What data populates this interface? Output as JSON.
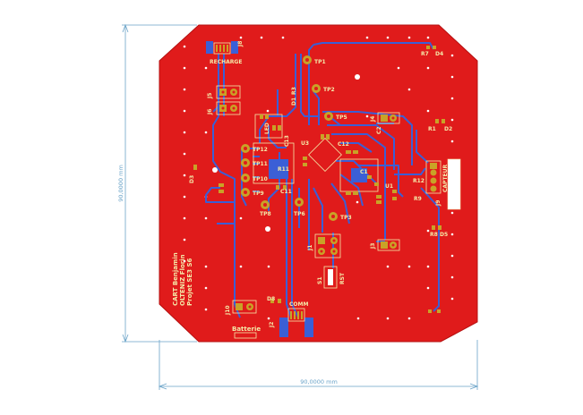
{
  "dimensions": {
    "horizontal": "90,0000 mm",
    "vertical": "90,0000 mm"
  },
  "colors": {
    "board": "#e01b1b",
    "board_edge": "#b51010",
    "trace_blue": "#3b5fd6",
    "pad_gold": "#c9a227",
    "silk": "#f4e9a8",
    "dimension": "#6aa3c8"
  },
  "connectors": {
    "recharge": "RECHARGE",
    "j8": "J8",
    "comm": "COMM",
    "batterie": "Batterie",
    "j1": "J1",
    "j2": "J2",
    "j3": "J3",
    "j4": "J4",
    "j5": "J5",
    "j6": "J6",
    "j9": "J9",
    "j10": "J10",
    "capteur": "CAPTEUR"
  },
  "testpoints": [
    "TP1",
    "TP2",
    "TP3",
    "TP5",
    "TP6",
    "TP8",
    "TP9",
    "TP10",
    "TP11",
    "TP12"
  ],
  "components": {
    "u1": "U1",
    "u3": "U3",
    "s1": "S1",
    "rst": "RST",
    "r1": "R1",
    "r3": "R3",
    "r7": "R7",
    "r8": "R8",
    "r9": "R9",
    "r11": "R11",
    "r12": "R12",
    "d1": "D1",
    "d2": "D2",
    "d3": "D3",
    "d4": "D4",
    "d5": "D5",
    "d8": "D8",
    "c1": "C1",
    "c2": "C2",
    "c11": "C11",
    "c12": "C12",
    "c13": "C13",
    "led": "LED"
  },
  "credits": {
    "line1": "CART Benjamin",
    "line2": "OLTENIZ Florin",
    "line3": "Projet SE3 S6"
  }
}
